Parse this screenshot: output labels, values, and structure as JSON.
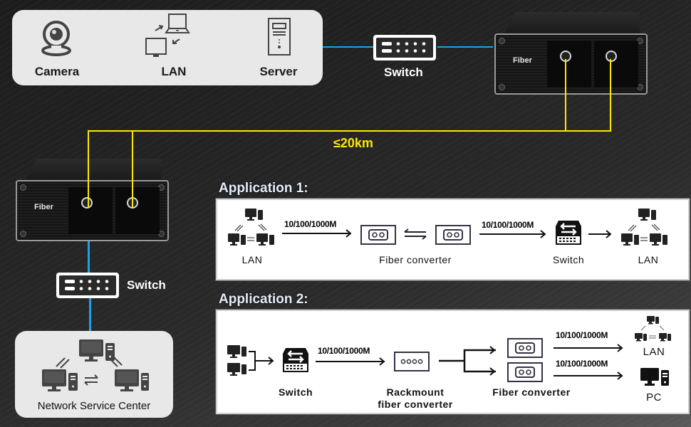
{
  "source_panel": {
    "items": [
      {
        "label": "Camera",
        "icon": "webcam-icon"
      },
      {
        "label": "LAN",
        "icon": "lan-icon"
      },
      {
        "label": "Server",
        "icon": "server-icon"
      }
    ]
  },
  "top_switch": {
    "label": "Switch"
  },
  "remote_device": {
    "port_label": "Fiber"
  },
  "local_device": {
    "port_label": "Fiber"
  },
  "link": {
    "distance": "≤20km"
  },
  "bottom_switch": {
    "label": "Switch"
  },
  "service_center": {
    "label": "Network Service Center"
  },
  "application1": {
    "title": "Application 1:",
    "speed_a": "10/100/1000M",
    "speed_b": "10/100/1000M",
    "labels": {
      "lan_left": "LAN",
      "converter": "Fiber converter",
      "switch": "Switch",
      "lan_right": "LAN"
    }
  },
  "application2": {
    "title": "Application 2:",
    "speed_a": "10/100/1000M",
    "speed_lan": "10/100/1000M",
    "speed_pc": "10/100/1000M",
    "labels": {
      "switch": "Switch",
      "rackmount_line1": "Rackmount",
      "rackmount_line2": "fiber converter",
      "converter": "Fiber converter",
      "lan": "LAN",
      "pc": "PC"
    }
  },
  "colors": {
    "ethernet_line": "#1aa3e6",
    "fiber_line": "#ffe800",
    "panel_bg": "#e8e8e8"
  }
}
